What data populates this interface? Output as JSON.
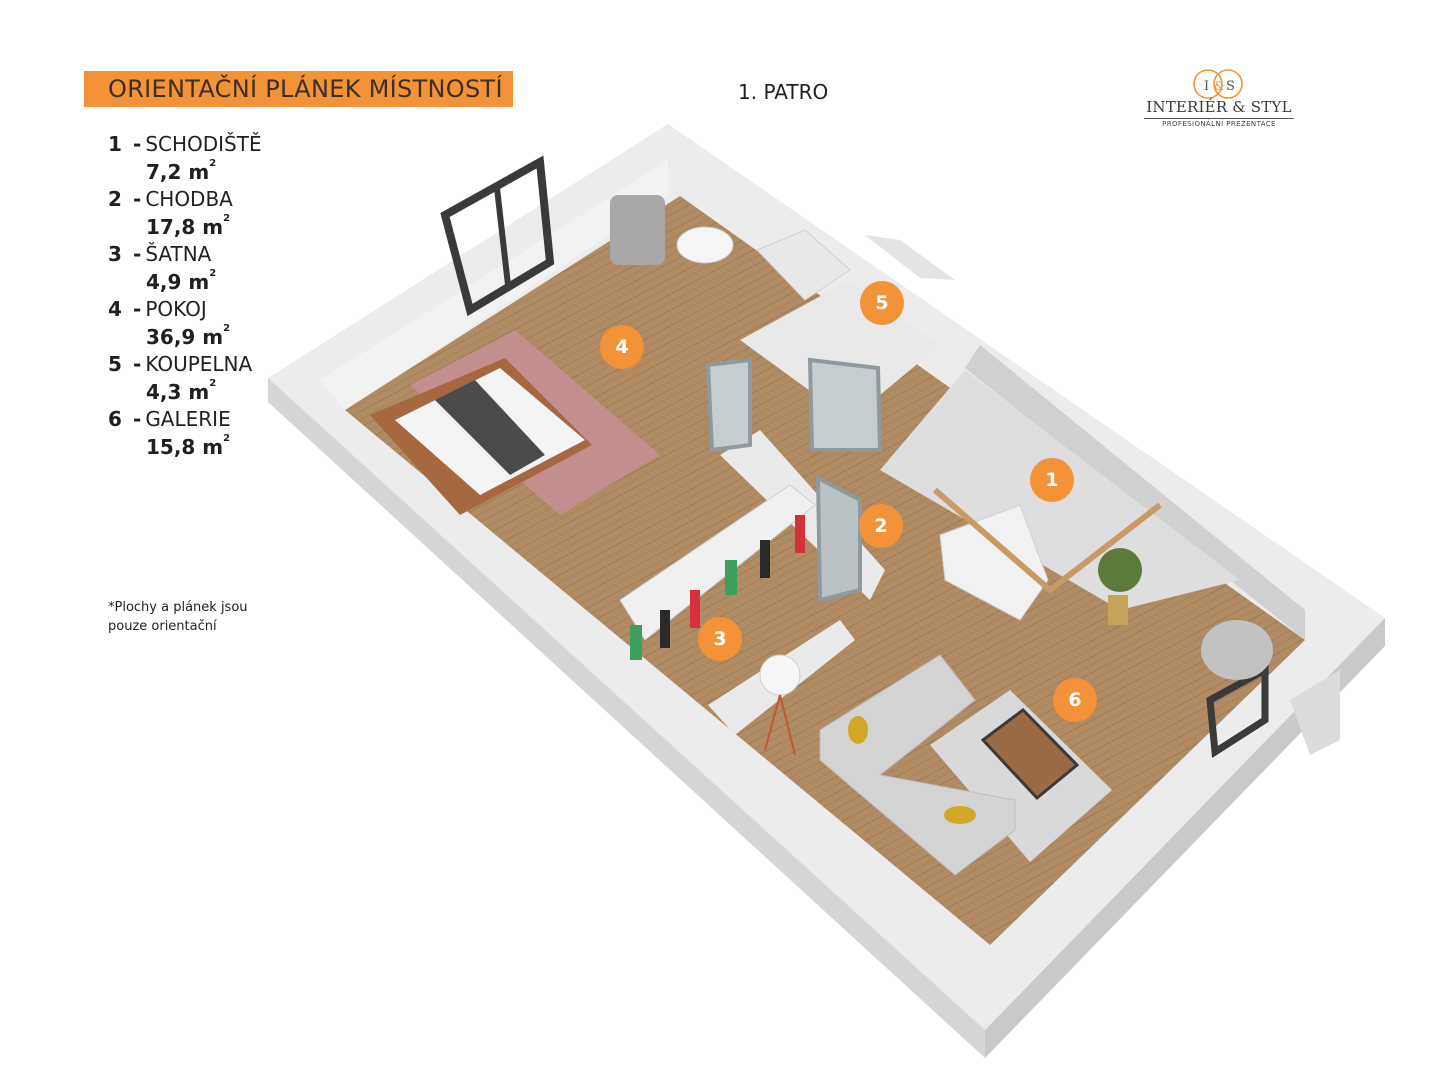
{
  "header": {
    "title": "ORIENTAČNÍ PLÁNEK MÍSTNOSTÍ",
    "floor": "1. PATRO"
  },
  "logo": {
    "name": "INTERIÉR & STYL",
    "subtitle": "PROFESIONÁLNÍ PREZENTACE",
    "monogram": "I&S"
  },
  "legend": {
    "items": [
      {
        "num": "1",
        "name": "SCHODIŠTĚ",
        "area": "7,2 m",
        "unit_exp": "2"
      },
      {
        "num": "2",
        "name": "CHODBA",
        "area": "17,8 m",
        "unit_exp": "2"
      },
      {
        "num": "3",
        "name": "ŠATNA",
        "area": "4,9 m",
        "unit_exp": "2"
      },
      {
        "num": "4",
        "name": "POKOJ",
        "area": "36,9 m",
        "unit_exp": "2"
      },
      {
        "num": "5",
        "name": "KOUPELNA",
        "area": "4,3 m",
        "unit_exp": "2"
      },
      {
        "num": "6",
        "name": "GALERIE",
        "area": "15,8 m",
        "unit_exp": "2"
      }
    ]
  },
  "note": {
    "line1": "*Plochy  a plánek jsou",
    "line2": "pouze orientační"
  },
  "markers": [
    {
      "num": "1"
    },
    {
      "num": "2"
    },
    {
      "num": "3"
    },
    {
      "num": "4"
    },
    {
      "num": "5"
    },
    {
      "num": "6"
    }
  ],
  "colors": {
    "accent": "#f39237",
    "floor": "#b08b63",
    "wall": "#e6e6e6",
    "rug": "#c98f98"
  }
}
